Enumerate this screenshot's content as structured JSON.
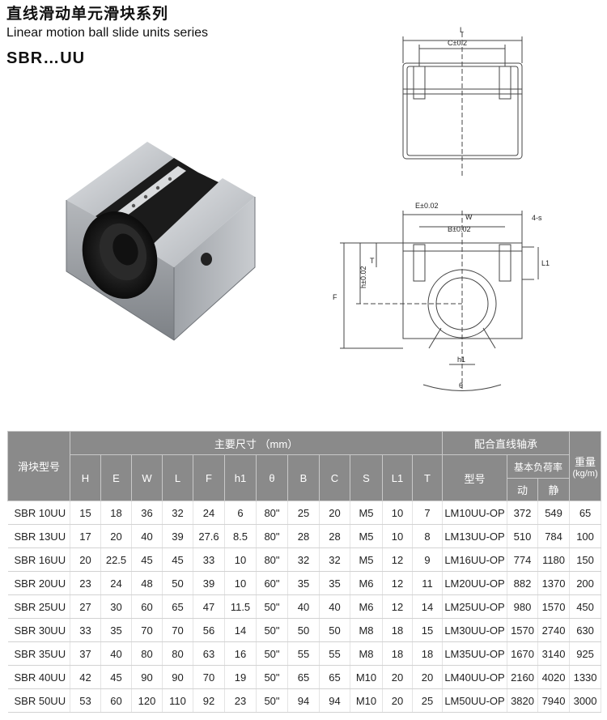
{
  "header": {
    "title_cn": "直线滑动单元滑块系列",
    "title_en": "Linear motion ball slide units series",
    "model": "SBR…UU"
  },
  "drawing": {
    "labels": {
      "L": "L",
      "C": "C±0.2",
      "E": "E±0.02",
      "W": "W",
      "B": "B±0.02",
      "fours": "4-s",
      "T": "T",
      "L1": "L1",
      "h": "h±0.02",
      "F": "F",
      "h1": "h1",
      "theta": "θ"
    }
  },
  "table": {
    "group_header": "主要尺寸  （mm）",
    "bearing_header": "配合直线轴承",
    "weight_header": "重量",
    "weight_unit": "(kg/m)",
    "model_header": "滑块型号",
    "bearing_model_header": "型号",
    "load_header": "基本负荷率",
    "load_dynamic": "动",
    "load_static": "静",
    "dim_headers": [
      "H",
      "E",
      "W",
      "L",
      "F",
      "h1",
      "θ",
      "B",
      "C",
      "S",
      "L1",
      "T"
    ],
    "rows": [
      [
        "SBR 10UU",
        "15",
        "18",
        "36",
        "32",
        "24",
        "6",
        "80\"",
        "25",
        "20",
        "M5",
        "10",
        "7",
        "LM10UU-OP",
        "372",
        "549",
        "65"
      ],
      [
        "SBR 13UU",
        "17",
        "20",
        "40",
        "39",
        "27.6",
        "8.5",
        "80\"",
        "28",
        "28",
        "M5",
        "10",
        "8",
        "LM13UU-OP",
        "510",
        "784",
        "100"
      ],
      [
        "SBR 16UU",
        "20",
        "22.5",
        "45",
        "45",
        "33",
        "10",
        "80\"",
        "32",
        "32",
        "M5",
        "12",
        "9",
        "LM16UU-OP",
        "774",
        "1180",
        "150"
      ],
      [
        "SBR 20UU",
        "23",
        "24",
        "48",
        "50",
        "39",
        "10",
        "60\"",
        "35",
        "35",
        "M6",
        "12",
        "11",
        "LM20UU-OP",
        "882",
        "1370",
        "200"
      ],
      [
        "SBR 25UU",
        "27",
        "30",
        "60",
        "65",
        "47",
        "11.5",
        "50\"",
        "40",
        "40",
        "M6",
        "12",
        "14",
        "LM25UU-OP",
        "980",
        "1570",
        "450"
      ],
      [
        "SBR 30UU",
        "33",
        "35",
        "70",
        "70",
        "56",
        "14",
        "50\"",
        "50",
        "50",
        "M8",
        "18",
        "15",
        "LM30UU-OP",
        "1570",
        "2740",
        "630"
      ],
      [
        "SBR 35UU",
        "37",
        "40",
        "80",
        "80",
        "63",
        "16",
        "50\"",
        "55",
        "55",
        "M8",
        "18",
        "18",
        "LM35UU-OP",
        "1670",
        "3140",
        "925"
      ],
      [
        "SBR 40UU",
        "42",
        "45",
        "90",
        "90",
        "70",
        "19",
        "50\"",
        "65",
        "65",
        "M10",
        "20",
        "20",
        "LM40UU-OP",
        "2160",
        "4020",
        "1330"
      ],
      [
        "SBR 50UU",
        "53",
        "60",
        "120",
        "110",
        "92",
        "23",
        "50\"",
        "94",
        "94",
        "M10",
        "20",
        "25",
        "LM50UU-OP",
        "3820",
        "7940",
        "3000"
      ]
    ]
  }
}
